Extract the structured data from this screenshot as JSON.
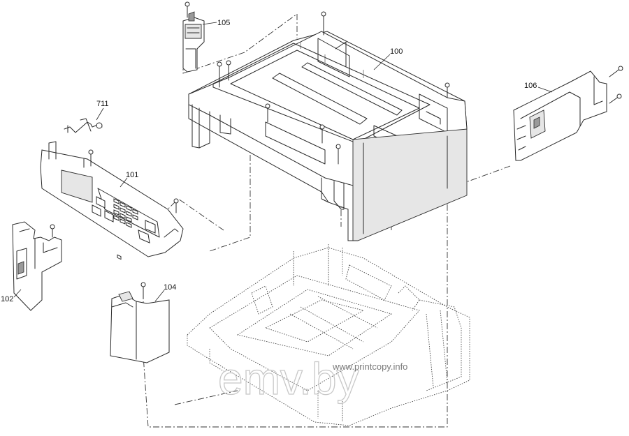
{
  "callouts": {
    "c100": "100",
    "c101": "101",
    "c102": "102",
    "c104": "104",
    "c105": "105",
    "c106": "106",
    "c711": "711"
  },
  "watermark": {
    "logo_text": "emv.by",
    "site": "www.printcopy.info"
  },
  "colors": {
    "line": "#2a2a2a",
    "watermark": "#c8c8c8"
  }
}
